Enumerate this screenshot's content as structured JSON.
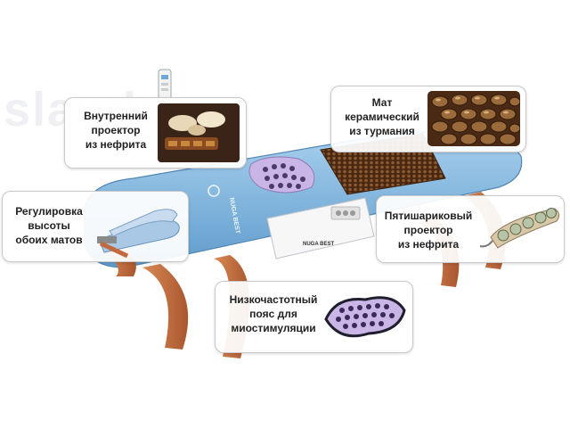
{
  "watermark": "slando",
  "colors": {
    "mat_blue": "#7fb6e0",
    "frame_wood": "#c06a3e",
    "tourmaline": "#5a3218",
    "massager_purple": "#c9b6e6"
  },
  "callouts": {
    "inner_projector": "Внутренний\nпроектор\nиз нефрита",
    "ceramic_mat": "Мат\nкерамический\nиз турмания",
    "height_adjust": "Регулировка\nвысоты\nобоих матов",
    "five_ball_projector": "Пятишариковый\nпроектор\nиз нефрита",
    "low_freq_belt": "Низкочастотный\nпояс для\nмиостимуляции"
  },
  "product": {
    "brand": "NUGA BEST"
  }
}
